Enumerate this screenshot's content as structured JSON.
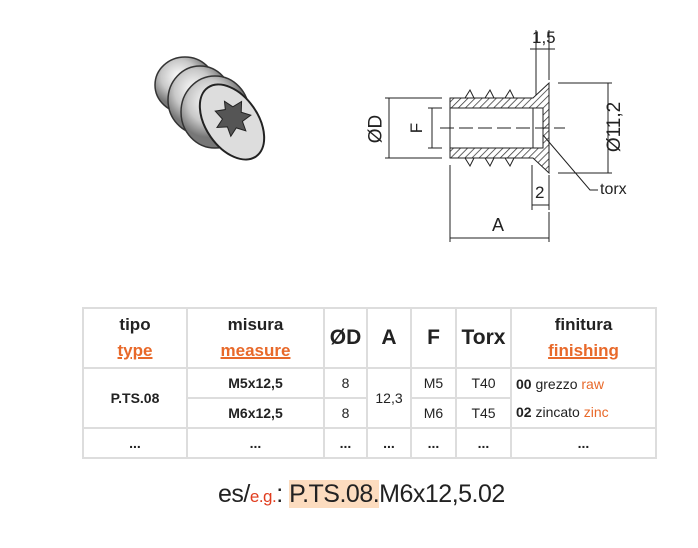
{
  "drawing": {
    "dim_flange": "1,5",
    "dim_diameter_D": "ØD",
    "dim_F": "F",
    "dim_head": "Ø11,2",
    "dim_2": "2",
    "dim_A": "A",
    "torx_label": "torx"
  },
  "table": {
    "headers": [
      {
        "it": "tipo",
        "en": "type"
      },
      {
        "it": "misura",
        "en": "measure"
      },
      {
        "label": "ØD"
      },
      {
        "label": "A"
      },
      {
        "label": "F"
      },
      {
        "label": "Torx"
      },
      {
        "it": "finitura",
        "en": "finishing"
      }
    ],
    "type": "P.TS.08",
    "A": "12,3",
    "rows": [
      {
        "measure": "M5x12,5",
        "D": "8",
        "F": "M5",
        "torx": "T40"
      },
      {
        "measure": "M6x12,5",
        "D": "8",
        "F": "M6",
        "torx": "T45"
      }
    ],
    "finishes": [
      {
        "code": "00",
        "it": "grezzo",
        "en": "raw"
      },
      {
        "code": "02",
        "it": "zincato",
        "en": "zinc"
      }
    ],
    "ellipsis": "..."
  },
  "example": {
    "label_it": "es/",
    "label_en": "e.g.",
    "sep": ": ",
    "highlight": "P.TS.08.",
    "rest": "M6x12,5.02"
  }
}
